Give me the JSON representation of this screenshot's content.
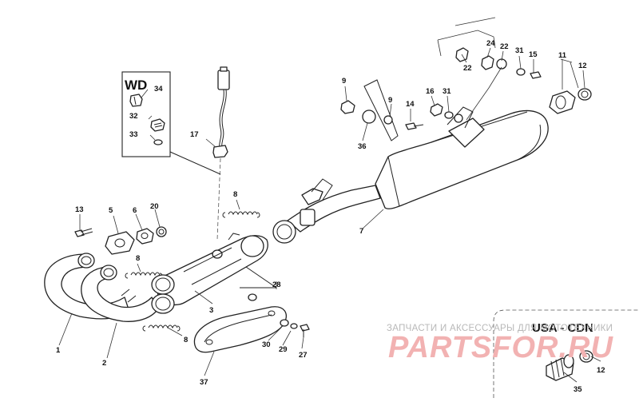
{
  "variant_boxes": {
    "wd": "WD",
    "usa_cdn": "USA - CDN"
  },
  "watermark": {
    "caption": "ЗАПЧАСТИ И АКСЕССУАРЫ ДЛЯ МОТОТЕХНИКИ",
    "brand": "PARTSFOR.RU"
  },
  "callouts": [
    "1",
    "2",
    "3",
    "5",
    "6",
    "7",
    "8",
    "8",
    "8",
    "9",
    "9",
    "11",
    "12",
    "12",
    "13",
    "14",
    "15",
    "16",
    "17",
    "20",
    "22",
    "22",
    "24",
    "27",
    "28",
    "29",
    "30",
    "31",
    "31",
    "32",
    "33",
    "34",
    "35",
    "36",
    "37"
  ]
}
